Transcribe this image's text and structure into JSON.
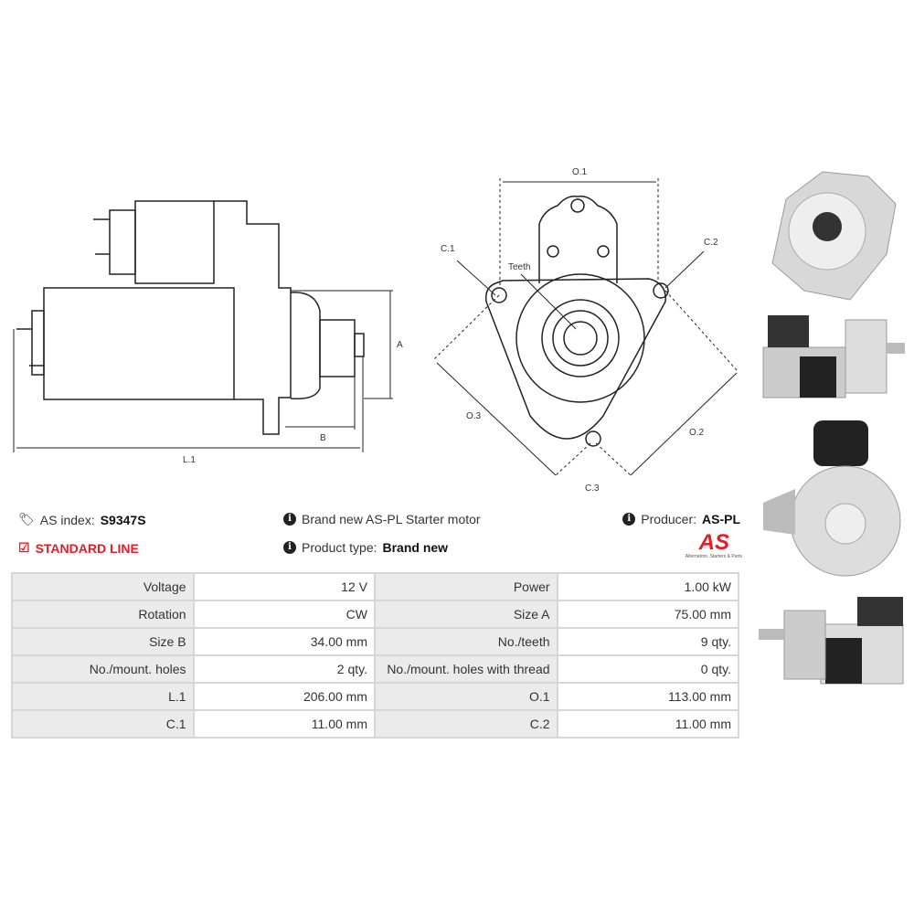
{
  "drawing": {
    "labels": {
      "A": "A",
      "B": "B",
      "L1": "L.1",
      "O1": "O.1",
      "O2": "O.2",
      "O3": "O.3",
      "C1": "C.1",
      "C2": "C.2",
      "C3": "C.3",
      "teeth": "Teeth"
    }
  },
  "info": {
    "as_index_label": "AS index:",
    "as_index_value": "S9347S",
    "line": "STANDARD LINE",
    "description": "Brand new AS-PL Starter motor",
    "product_type_label": "Product type:",
    "product_type_value": "Brand new",
    "producer_label": "Producer:",
    "producer_value": "AS-PL",
    "logo_text": "AS",
    "logo_tagline": "Alternators, Starters & Parts"
  },
  "colors": {
    "accent": "#e41e26",
    "label_bg": "#ebebeb",
    "border": "#d6d6d6"
  },
  "specs": [
    [
      {
        "label": "Voltage",
        "value": "12 V"
      },
      {
        "label": "Power",
        "value": "1.00 kW"
      }
    ],
    [
      {
        "label": "Rotation",
        "value": "CW"
      },
      {
        "label": "Size A",
        "value": "75.00 mm"
      }
    ],
    [
      {
        "label": "Size B",
        "value": "34.00 mm"
      },
      {
        "label": "No./teeth",
        "value": "9 qty."
      }
    ],
    [
      {
        "label": "No./mount. holes",
        "value": "2 qty."
      },
      {
        "label": "No./mount. holes with thread",
        "value": "0 qty."
      }
    ],
    [
      {
        "label": "L.1",
        "value": "206.00 mm"
      },
      {
        "label": "O.1",
        "value": "113.00 mm"
      }
    ],
    [
      {
        "label": "C.1",
        "value": "11.00 mm"
      },
      {
        "label": "C.2",
        "value": "11.00 mm"
      }
    ]
  ]
}
